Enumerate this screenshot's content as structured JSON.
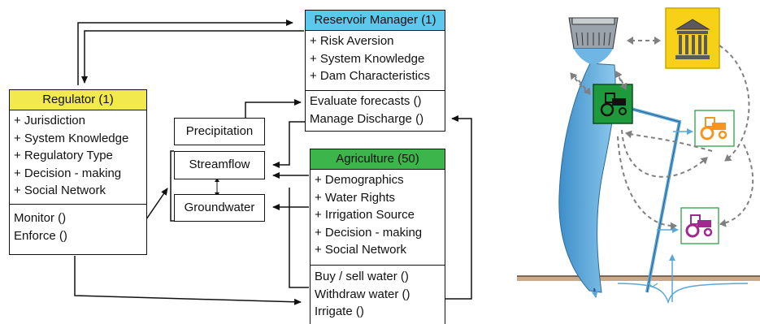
{
  "regulator": {
    "title": "Regulator (1)",
    "attributes": [
      "+ Jurisdiction",
      "+ System Knowledge",
      "+ Regulatory Type",
      "+ Decision - making",
      "+ Social Network"
    ],
    "methods": [
      "Monitor ()",
      "Enforce ()"
    ]
  },
  "reservoir_manager": {
    "title": "Reservoir Manager (1)",
    "attributes": [
      "+ Risk Aversion",
      "+ System Knowledge",
      "+ Dam Characteristics"
    ],
    "methods": [
      "Evaluate forecasts ()",
      "Manage Discharge ()"
    ]
  },
  "agriculture": {
    "title": "Agriculture (50)",
    "attributes": [
      "+ Demographics",
      "+ Water Rights",
      "+ Irrigation Source",
      "+ Decision - making",
      "+ Social Network"
    ],
    "methods": [
      "Buy / sell water ()",
      "Withdraw water ()",
      "Irrigate ()"
    ]
  },
  "environment": {
    "precipitation": "Precipitation",
    "streamflow": "Streamflow",
    "groundwater": "Groundwater"
  },
  "colors": {
    "regulator_header": "#f2e94e",
    "reservoir_header": "#5bc8ec",
    "agriculture_header": "#3cb54a",
    "water": "#5aa7d8",
    "farm_green": "#1e9a3c",
    "farm_orange": "#f7941d",
    "farm_purple": "#a0288e",
    "regulator_icon": "#f7d117"
  },
  "icons": [
    "dam-icon",
    "government-building-icon",
    "tractor-icon"
  ]
}
